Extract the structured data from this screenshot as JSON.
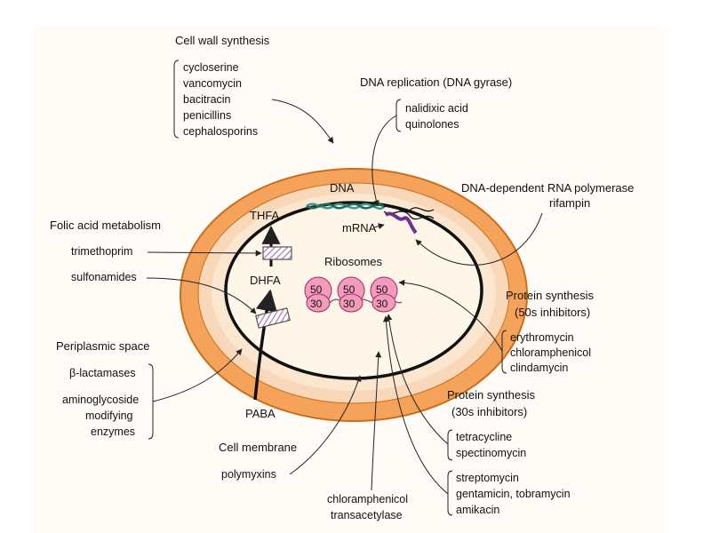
{
  "colors": {
    "panel": "#fffcf7",
    "cell_wall": "#f5a35a",
    "wall_outline": "#c96e1c",
    "periplasm": "#f8d8b9",
    "cytoplasm": "#fdf6e9",
    "ribosome": "#f39bbd",
    "ribosome_outline": "#9b2e57",
    "mrna": "#6f2f8f",
    "dna": "#3a9c8f",
    "hatched_box": "#a87ab7"
  },
  "cell": {
    "dna": "DNA",
    "mrna": "mRNA",
    "thfa": "THFA",
    "dhfa": "DHFA",
    "paba": "PABA",
    "ribosomes": "Ribosomes",
    "ribosome_large": "50",
    "ribosome_small": "30"
  },
  "targets": {
    "cell_wall": {
      "heading": "Cell wall synthesis",
      "drugs": [
        "cycloserine",
        "vancomycin",
        "bacitracin",
        "penicillins",
        "cephalosporins"
      ]
    },
    "dna_replication": {
      "heading": "DNA replication (DNA gyrase)",
      "drugs": [
        "nalidixic acid",
        "quinolones"
      ]
    },
    "rna_polymerase": {
      "heading": "DNA-dependent RNA polymerase",
      "drug": "rifampin"
    },
    "folic_acid": {
      "heading": "Folic acid metabolism",
      "drugs": [
        "trimethoprim",
        "sulfonamides"
      ]
    },
    "protein_50s": {
      "heading_line1": "Protein synthesis",
      "heading_line2": "(50s inhibitors)",
      "drugs": [
        "erythromycin",
        "chloramphenicol",
        "clindamycin"
      ]
    },
    "periplasmic": {
      "heading": "Periplasmic space",
      "item1": "β-lactamases",
      "item2": [
        "aminoglycoside",
        "modifying",
        "enzymes"
      ]
    },
    "protein_30s": {
      "heading_line1": "Protein synthesis",
      "heading_line2": "(30s inhibitors)",
      "group1": [
        "tetracycline",
        "spectinomycin"
      ],
      "group2": [
        "streptomycin",
        "gentamicin, tobramycin",
        "amikacin"
      ]
    },
    "cell_membrane": {
      "heading": "Cell membrane",
      "drug": "polymyxins"
    },
    "chloramphenicol_enzyme": {
      "lines": [
        "chloramphenicol",
        "transacetylase"
      ]
    }
  }
}
